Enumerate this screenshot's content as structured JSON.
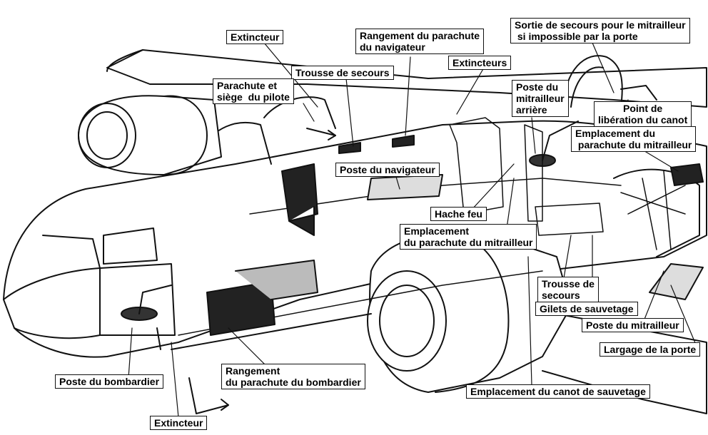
{
  "labels": {
    "extincteur_top": "Extincteur",
    "rangement_navigateur": "Rangement du parachute\ndu navigateur",
    "sortie_secours": "Sortie de secours pour le mitrailleur\n si impossible par la porte",
    "extincteurs": "Extincteurs",
    "trousse_secours_top": "Trousse de secours",
    "parachute_pilote": "Parachute et\nsiège  du pilote",
    "poste_mitrailleur_arriere": "Poste du\nmitrailleur\narrière",
    "point_liberation": "Point de\nlibération du canot",
    "emplacement_parachute_mitrailleur_top": "Emplacement du\n parachute du mitrailleur",
    "poste_navigateur": "Poste du navigateur",
    "hache_feu": "Hache feu",
    "emplacement_parachute_mitrailleur_mid": "Emplacement\ndu parachute du mitrailleur",
    "trousse_secours_bottom": "Trousse de\nsecours",
    "gilets_sauvetage": "Gilets de sauvetage",
    "poste_mitrailleur": "Poste du mitrailleur",
    "largage_porte": "Largage de la porte",
    "poste_bombardier": "Poste du bombardier",
    "rangement_bombardier": "Rangement\ndu parachute du bombardier",
    "emplacement_canot": "Emplacement du canot de sauvetage",
    "extincteur_bottom": "Extincteur"
  }
}
